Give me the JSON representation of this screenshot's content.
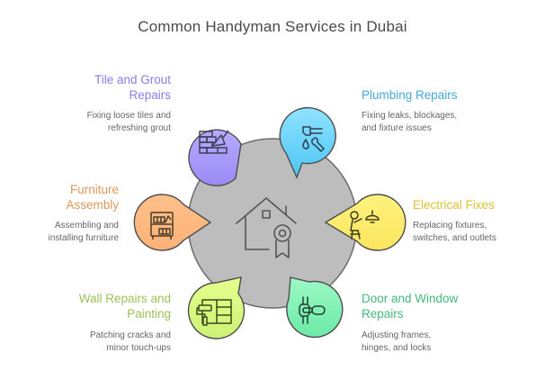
{
  "title": "Common Handyman Services in Dubai",
  "center": {
    "icon": "house-with-badge-icon",
    "fill": "#bdbdbd"
  },
  "services": [
    {
      "id": "tile",
      "title_lines": [
        "Tile and Grout",
        "Repairs"
      ],
      "desc_lines": [
        "Fixing loose tiles and",
        "refreshing grout"
      ],
      "color": "#8b7cf0",
      "fill_top": "#b3a6ff",
      "fill_bottom": "#9d8cf7",
      "icon": "brick-wall-trowel-icon"
    },
    {
      "id": "plumbing",
      "title_lines": [
        "Plumbing Repairs"
      ],
      "desc_lines": [
        "Fixing leaks, blockages,",
        "and fixture issues"
      ],
      "color": "#45a9d6",
      "fill_top": "#8ee0ff",
      "fill_bottom": "#4fc8f5",
      "icon": "faucet-wrench-icon"
    },
    {
      "id": "furniture",
      "title_lines": [
        "Furniture",
        "Assembly"
      ],
      "desc_lines": [
        "Assembling and",
        "installing furniture"
      ],
      "color": "#e0965a",
      "fill_top": "#ffbf87",
      "fill_bottom": "#fdb379",
      "icon": "bookshelf-icon"
    },
    {
      "id": "electrical",
      "title_lines": [
        "Electrical Fixes"
      ],
      "desc_lines": [
        "Replacing fixtures,",
        "switches, and outlets"
      ],
      "color": "#d9c334",
      "fill_top": "#fff07a",
      "fill_bottom": "#fbe862",
      "icon": "person-lamp-icon"
    },
    {
      "id": "wall",
      "title_lines": [
        "Wall Repairs and",
        "Painting"
      ],
      "desc_lines": [
        "Patching cracks and",
        "minor touch-ups"
      ],
      "color": "#9fc15a",
      "fill_top": "#e3ff8a",
      "fill_bottom": "#cff279",
      "icon": "paint-roller-wall-icon"
    },
    {
      "id": "door",
      "title_lines": [
        "Door and Window",
        "Repairs"
      ],
      "desc_lines": [
        "Adjusting frames,",
        "hinges, and locks"
      ],
      "color": "#43b97c",
      "fill_top": "#9af7c3",
      "fill_bottom": "#6fecaa",
      "icon": "door-hinge-icon"
    }
  ]
}
